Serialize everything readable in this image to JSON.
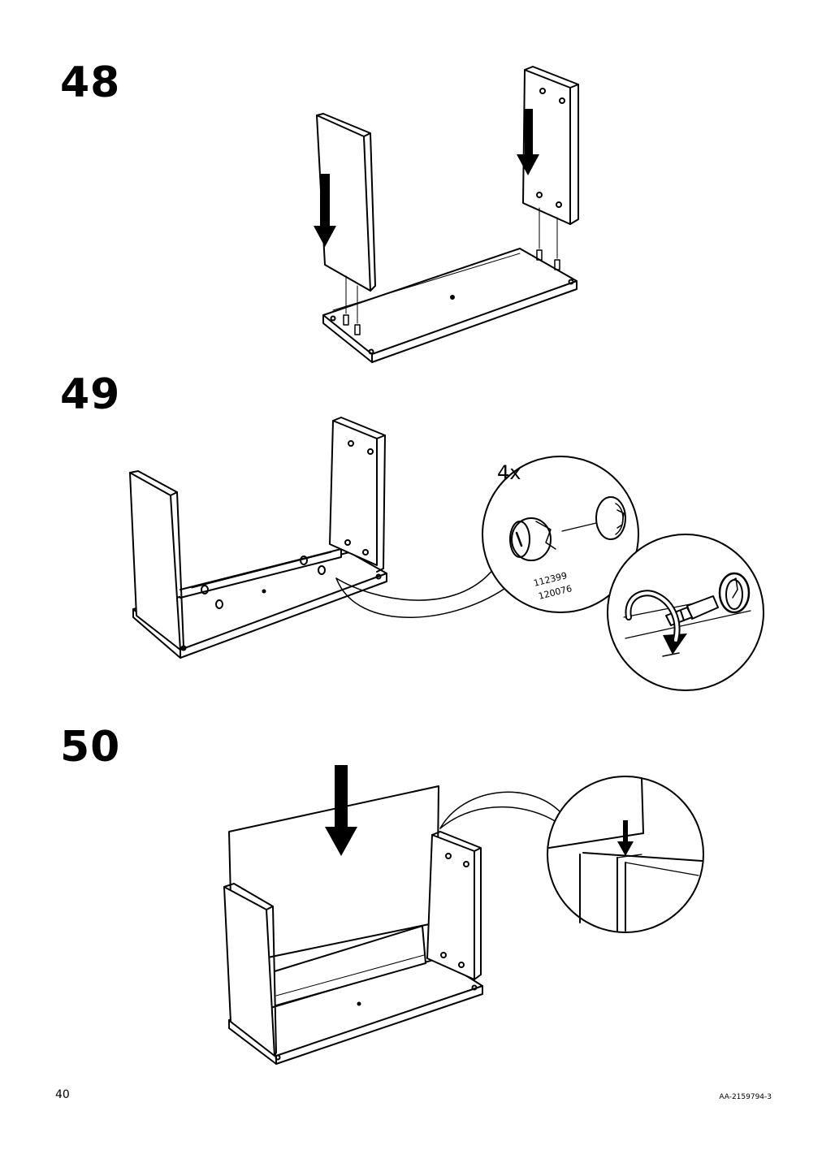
{
  "steps": [
    {
      "number": "48"
    },
    {
      "number": "49"
    },
    {
      "number": "50"
    }
  ],
  "detail": {
    "quantity": "4x",
    "part_number_1": "112399",
    "part_number_2": "120076"
  },
  "footer": {
    "page_number": "40",
    "document_code": "AA-2159794-3"
  },
  "icons": [
    "down-arrow-icon",
    "rotate-arrow-icon",
    "screwdriver-icon",
    "cam-lock-icon",
    "magnifier-callout-icon"
  ]
}
